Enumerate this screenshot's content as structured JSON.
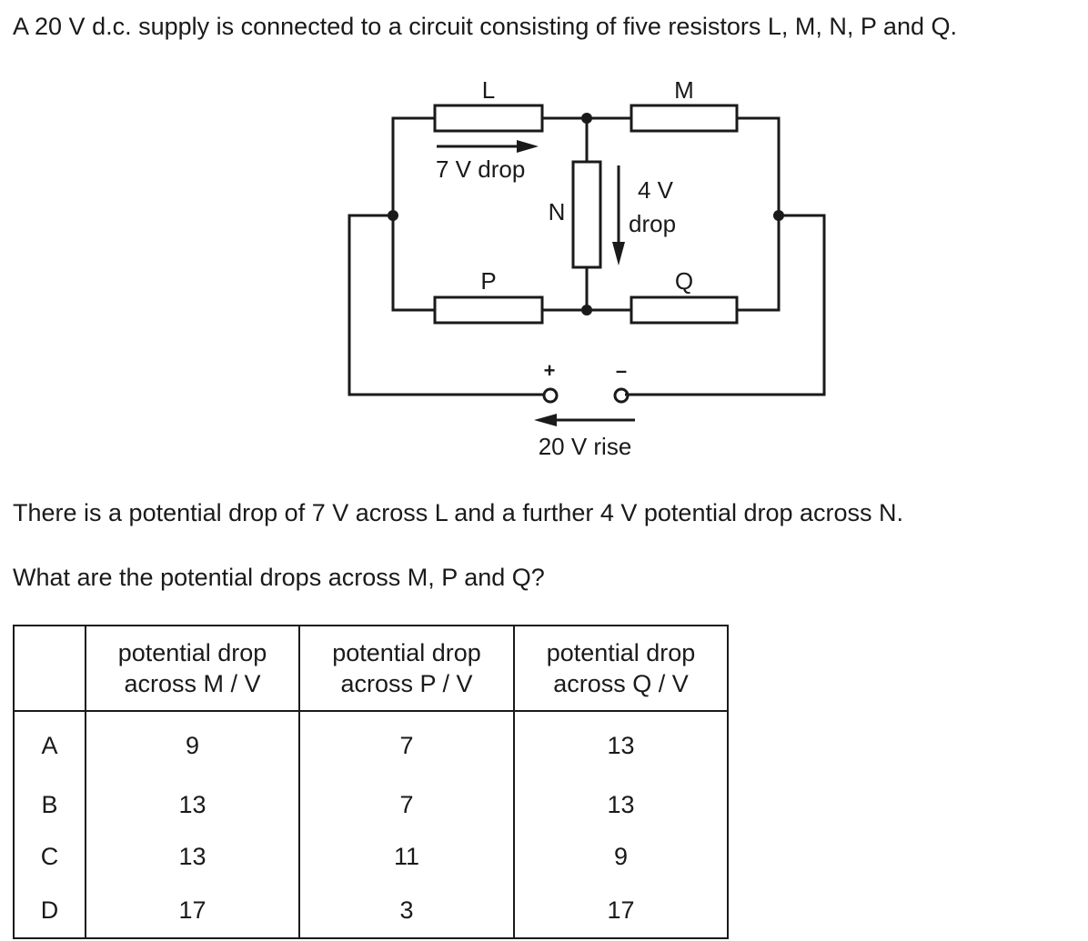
{
  "question": {
    "intro": "A 20 V d.c. supply is connected to a circuit consisting of five resistors L, M, N, P and Q.",
    "statement": "There is a potential drop of 7 V across L and a further 4 V potential drop across N.",
    "prompt": "What are the potential drops across M, P and Q?"
  },
  "circuit": {
    "resistor_labels": {
      "L": "L",
      "M": "M",
      "N": "N",
      "P": "P",
      "Q": "Q"
    },
    "annotations": {
      "drop_L": "7 V drop",
      "drop_N_value": "4 V",
      "drop_N_word": "drop",
      "supply_rise": "20 V rise",
      "plus_terminal": "+",
      "minus_terminal": "–"
    }
  },
  "table": {
    "headers": [
      {
        "line1": "potential drop",
        "line2": "across M / V"
      },
      {
        "line1": "potential drop",
        "line2": "across P / V"
      },
      {
        "line1": "potential drop",
        "line2": "across Q / V"
      }
    ],
    "rows": [
      {
        "option": "A",
        "m": "9",
        "p": "7",
        "q": "13"
      },
      {
        "option": "B",
        "m": "13",
        "p": "7",
        "q": "13"
      },
      {
        "option": "C",
        "m": "13",
        "p": "11",
        "q": "9"
      },
      {
        "option": "D",
        "m": "17",
        "p": "3",
        "q": "17"
      }
    ]
  }
}
